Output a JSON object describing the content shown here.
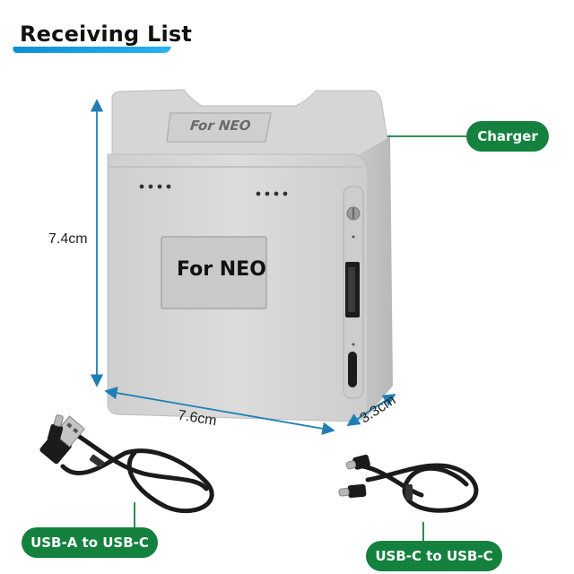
{
  "header": {
    "title": "Receiving List"
  },
  "product": {
    "device_label": "For NEO",
    "top_label": "For NEO"
  },
  "dimensions": {
    "height": "7.4cm",
    "width": "7.6cm",
    "depth": "3.3cm"
  },
  "callouts": {
    "charger": "Charger",
    "usb_a_to_c": "USB-A to USB-C",
    "usb_c_to_c": "USB-C to USB-C"
  },
  "colors": {
    "accent_green": "#15813f",
    "title_underline": "#1a9fe0",
    "dimension_line": "#1f7fb3",
    "device_body": "#d9d9d9"
  }
}
